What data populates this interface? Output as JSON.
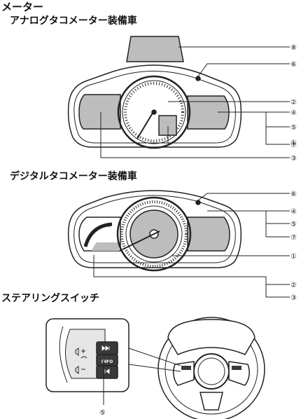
{
  "page_title": "メーター",
  "sections": [
    {
      "title": "アナログタコメーター装備車",
      "callouts": [
        "⑧",
        "⑥",
        "②",
        "④",
        "⑤",
        "⑦",
        "①",
        "③"
      ]
    },
    {
      "title": "デジタルタコメーター装備車",
      "callouts": [
        "⑥",
        "④",
        "⑤",
        "⑦",
        "①",
        "②",
        "③"
      ]
    },
    {
      "title": "ステアリングスイッチ",
      "callouts": [
        "⑤"
      ]
    }
  ],
  "switch_labels": {
    "info": "INFO"
  }
}
